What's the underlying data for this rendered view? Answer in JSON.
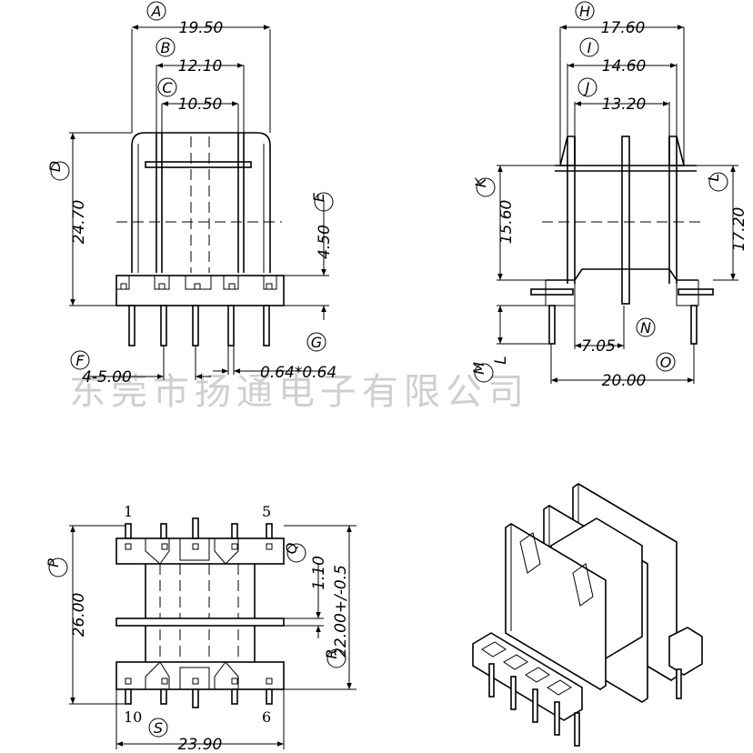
{
  "watermark": "东莞市扬通电子有限公司",
  "front_view": {
    "dims": {
      "A": {
        "letter": "A",
        "value": "19.50"
      },
      "B": {
        "letter": "B",
        "value": "12.10"
      },
      "C": {
        "letter": "C",
        "value": "10.50"
      },
      "D": {
        "letter": "D",
        "value": "24.70"
      },
      "E": {
        "letter": "E",
        "value": "4.50"
      },
      "F": {
        "letter": "F",
        "value": "4-5.00"
      },
      "G": {
        "letter": "G",
        "value": "0.64*0.64"
      }
    }
  },
  "side_view": {
    "dims": {
      "H": {
        "letter": "H",
        "value": "17.60"
      },
      "I": {
        "letter": "I",
        "value": "14.60"
      },
      "J": {
        "letter": "J",
        "value": "13.20"
      },
      "K": {
        "letter": "K",
        "value": "15.60"
      },
      "L": {
        "letter": "L",
        "value": "17.20"
      },
      "M": {
        "letter": "M",
        "value": "L"
      },
      "N": {
        "letter": "N",
        "value": "7.05"
      },
      "O": {
        "letter": "O",
        "value": "20.00"
      }
    }
  },
  "bottom_view": {
    "pin_labels": {
      "p1": "1",
      "p5": "5",
      "p10": "10",
      "p6": "6"
    },
    "dims": {
      "P": {
        "letter": "P",
        "value": "26.00"
      },
      "Q": {
        "letter": "Q",
        "value": "1.10"
      },
      "R": {
        "letter": "R",
        "value": "22.00+/-0.5"
      },
      "S": {
        "letter": "S",
        "value": "23.90"
      }
    }
  }
}
